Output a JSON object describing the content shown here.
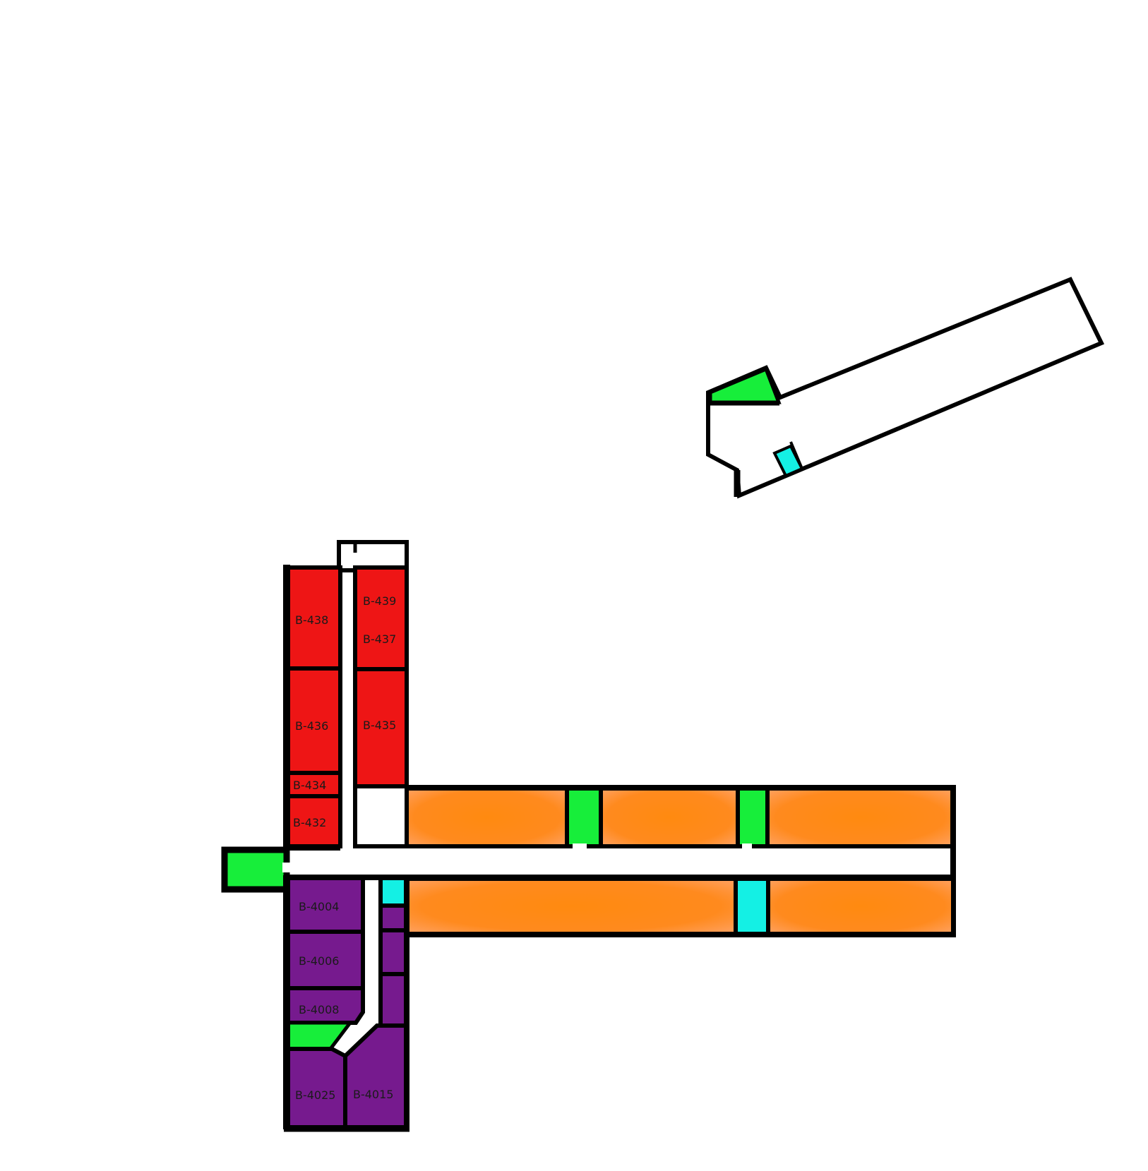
{
  "colors": {
    "wall": "#000000",
    "red_rooms": "#ee1515",
    "orange_rooms": "#ff8a1e",
    "orange_rooms_light": "#ff9d55",
    "purple_rooms": "#761a8e",
    "green_rooms": "#17ee3a",
    "cyan_rooms": "#14f0e4",
    "corridor": "#ffffff"
  },
  "rooms": {
    "b438": "B-438",
    "b439": "B-439",
    "b437": "B-437",
    "b436": "B-436",
    "b435": "B-435",
    "b434": "B-434",
    "b432": "B-432",
    "b4004": "B-4004",
    "b4006": "B-4006",
    "b4008": "B-4008",
    "b4025": "B-4025",
    "b4015": "B-4015"
  }
}
